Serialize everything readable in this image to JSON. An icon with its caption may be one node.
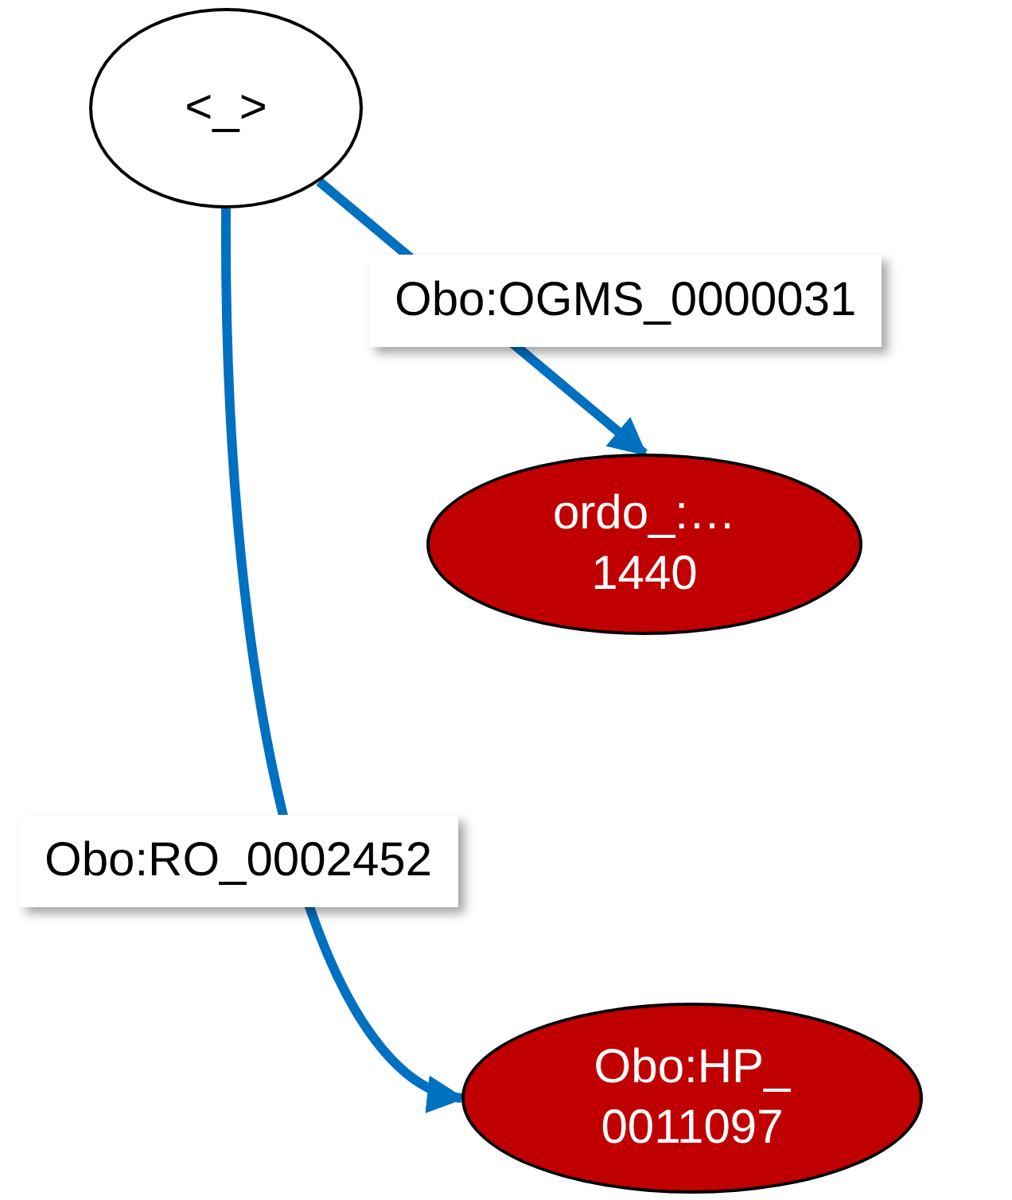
{
  "diagram": {
    "nodes": [
      {
        "text": [
          "<_>"
        ]
      },
      {
        "text": [
          "ordo_:… 1440"
        ]
      },
      {
        "text": [
          "Obo:HP_ 0011097"
        ]
      }
    ],
    "edges": [
      {
        "from": 0,
        "to": 1,
        "arrow": "to",
        "label": "Obo:OGMS_0000031"
      },
      {
        "from": 0,
        "to": 2,
        "arrow": "to",
        "label": "Obo:RO_0002452"
      }
    ]
  }
}
